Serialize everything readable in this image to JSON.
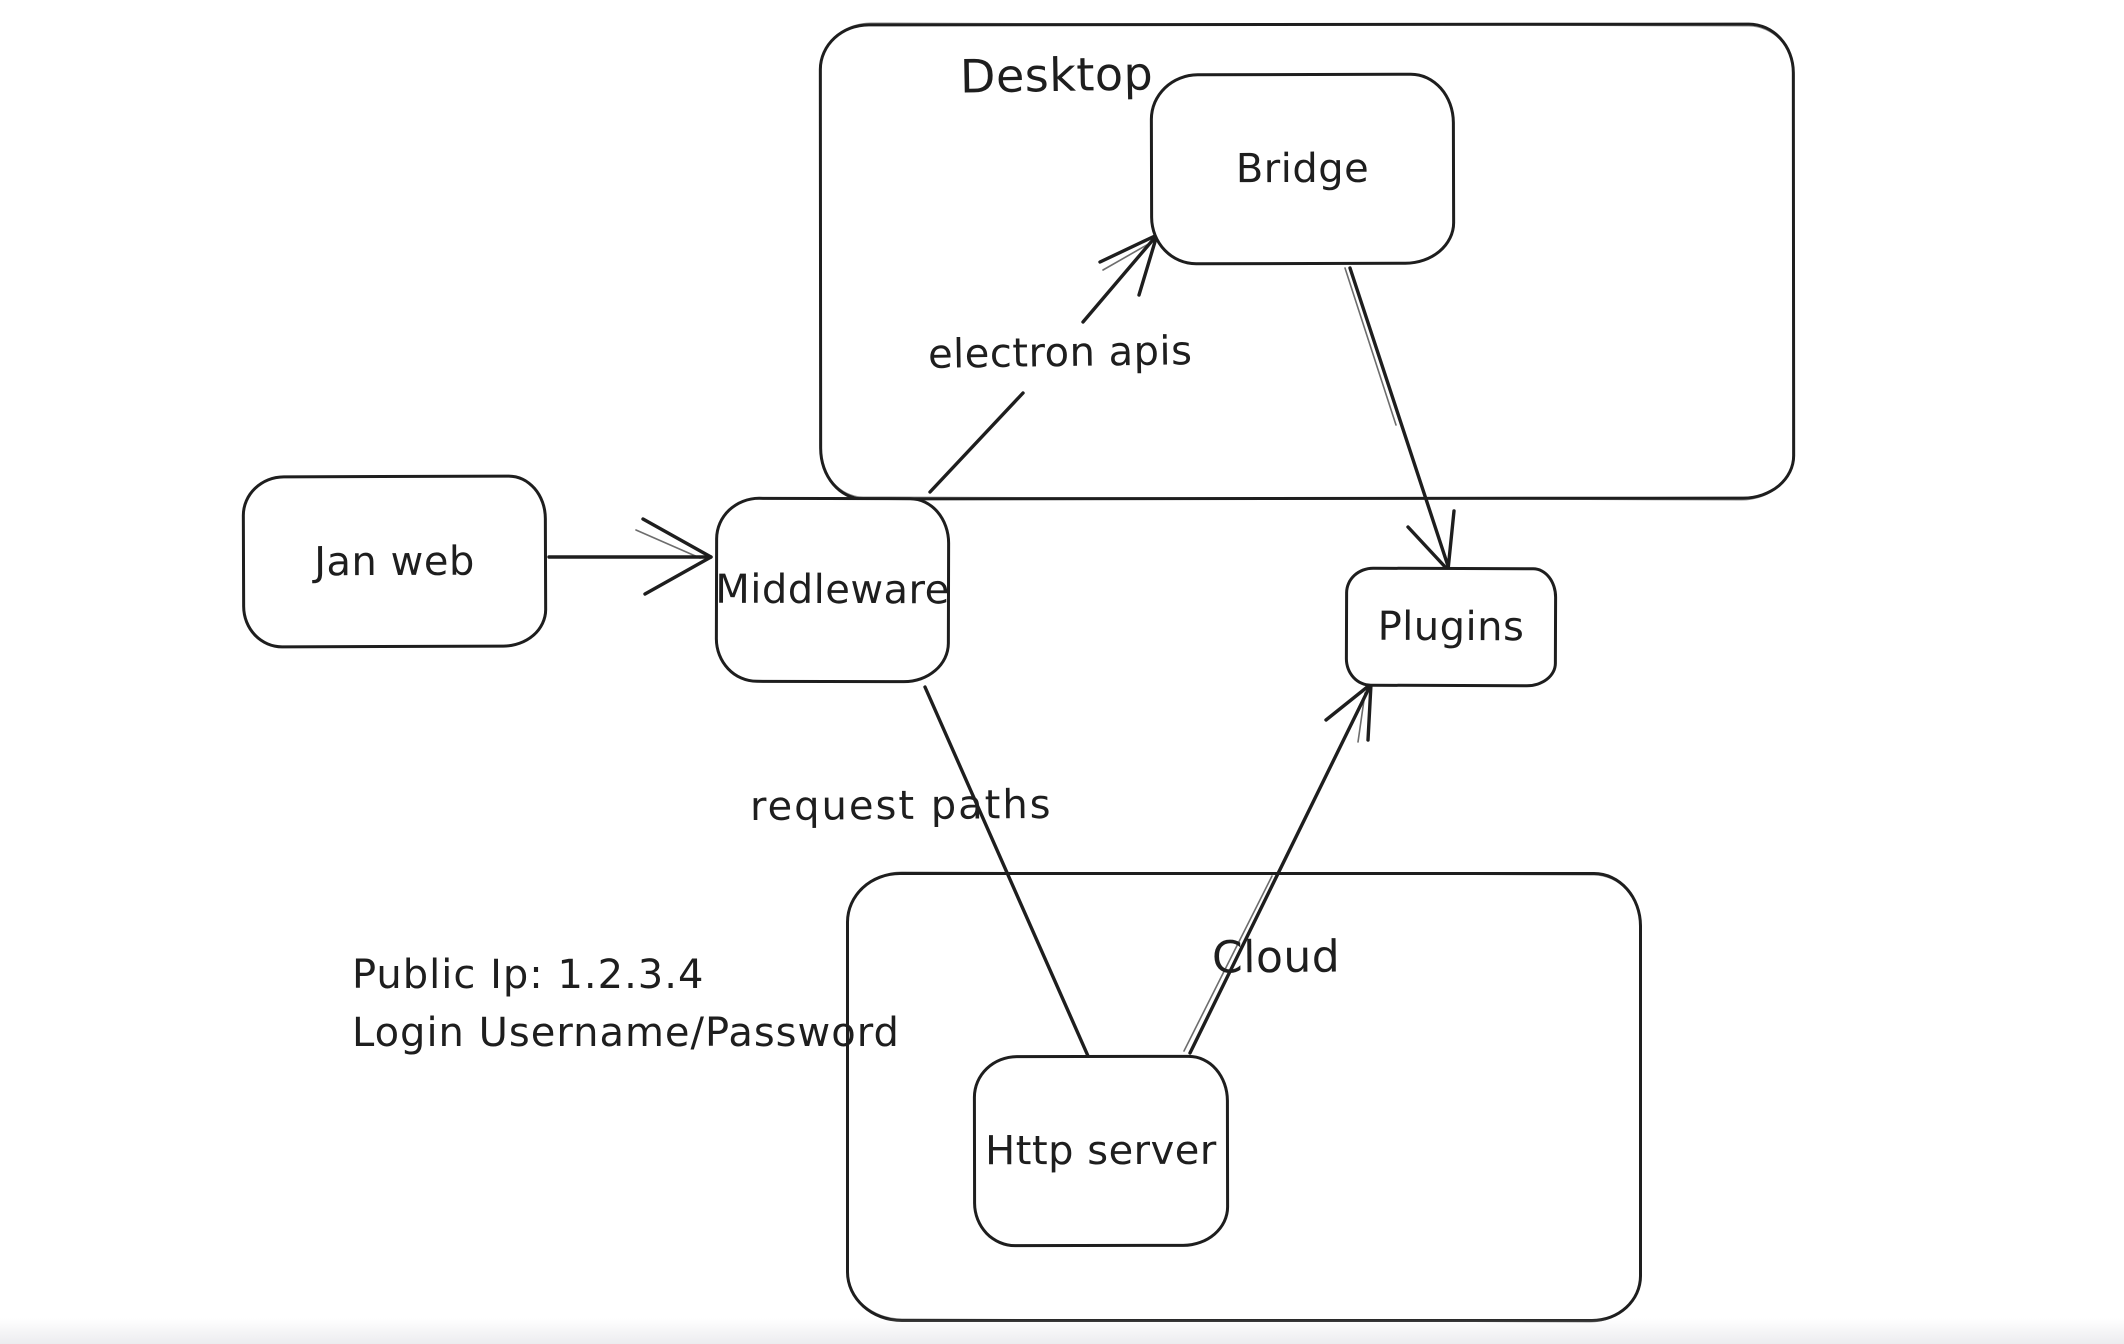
{
  "colors": {
    "stroke": "#1e1e1e",
    "canvas_bg": "#ffffff",
    "footer_tint": "#ececef"
  },
  "containers": {
    "desktop": {
      "label": "Desktop"
    },
    "cloud": {
      "label": "Cloud"
    }
  },
  "nodes": {
    "jan_web": {
      "label": "Jan web"
    },
    "middleware": {
      "label": "Middleware"
    },
    "bridge": {
      "label": "Bridge"
    },
    "plugins": {
      "label": "Plugins"
    },
    "http_server": {
      "label": "Http server"
    }
  },
  "edges": {
    "electron_apis": {
      "label": "electron apis"
    },
    "request_paths": {
      "label": "request paths"
    }
  },
  "annotations": {
    "public_ip": "Public Ip: 1.2.3.4",
    "login": "Login Username/Password"
  }
}
